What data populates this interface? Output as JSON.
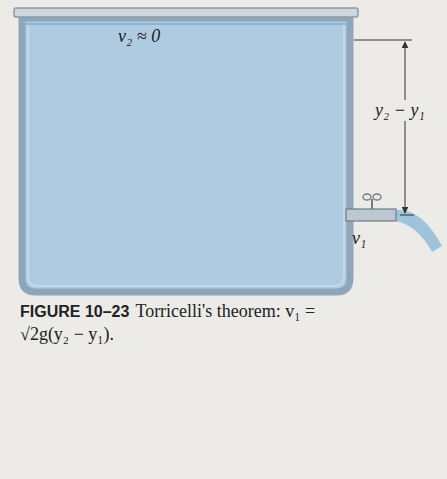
{
  "diagram": {
    "caption": "Torricelli's theorem: v₁ = √2g(y₂ − y₁).",
    "labels": [
      "v₂ ≈ 0",
      "y₂ − y₁",
      "v₁",
      "FIGURE 10–23"
    ]
  }
}
